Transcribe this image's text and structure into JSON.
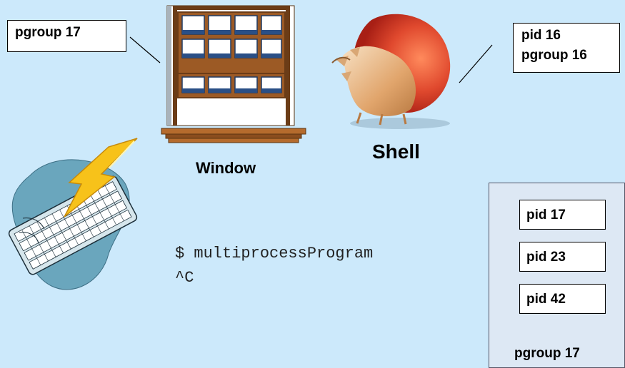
{
  "window_box": {
    "label": "pgroup 17"
  },
  "shell_box": {
    "line1": "pid 16",
    "line2": "pgroup 16"
  },
  "window_caption": "Window",
  "shell_caption": "Shell",
  "terminal": {
    "line1": "$ multiprocessProgram",
    "line2": "^C"
  },
  "process_group": {
    "pids": [
      "pid 17",
      "pid 23",
      "pid 42"
    ],
    "label": "pgroup 17"
  }
}
